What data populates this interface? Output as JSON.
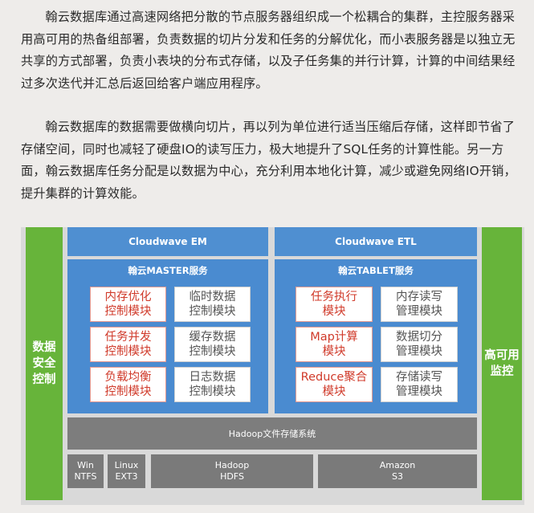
{
  "paragraphs": [
    "翰云数据库通过高速网络把分散的节点服务器组织成一个松耦合的集群，主控服务器采用高可用的热备组部署，负责数据的切片分发和任务的分解优化，而小表服务器是以独立无共享的方式部署，负责小表块的分布式存储，以及子任务集的并行计算，计算的中间结果经过多次迭代并汇总后返回给客户端应用程序。",
    "翰云数据库的数据需要做横向切片，再以列为单位进行适当压缩后存储，这样即节省了存储空间，同时也减轻了硬盘IO的读写压力，极大地提升了SQL任务的计算性能。另一方面，翰云数据库任务分配是以数据为中心，充分利用本地化计算，减少或避免网络IO开销，提升集群的计算效能。"
  ],
  "diagram": {
    "left_bar": "数据\n安全\n控制",
    "right_bar": "高可用\n监控",
    "em_header": "Cloudwave EM",
    "etl_header": "Cloudwave ETL",
    "master_title": "翰云MASTER服务",
    "tablet_title": "翰云TABLET服务",
    "master_modules": [
      {
        "label": "内存优化\n控制模块",
        "style": "red"
      },
      {
        "label": "临时数据\n控制模块",
        "style": "gray"
      },
      {
        "label": "任务并发\n控制模块",
        "style": "red"
      },
      {
        "label": "缓存数据\n控制模块",
        "style": "gray"
      },
      {
        "label": "负载均衡\n控制模块",
        "style": "red"
      },
      {
        "label": "日志数据\n控制模块",
        "style": "gray"
      }
    ],
    "tablet_modules": [
      {
        "label": "任务执行\n模块",
        "style": "red"
      },
      {
        "label": "内存读写\n管理模块",
        "style": "gray"
      },
      {
        "label": "Map计算\n模块",
        "style": "red"
      },
      {
        "label": "数据切分\n管理模块",
        "style": "gray"
      },
      {
        "label": "Reduce聚合\n模块",
        "style": "red"
      },
      {
        "label": "存储读写\n管理模块",
        "style": "gray"
      }
    ],
    "hadoop_fs": "Hadoop文件存储系统",
    "storage": [
      "Win\nNTFS",
      "Linux\nEXT3",
      "Hadoop\nHDFS",
      "Amazon\nS3"
    ],
    "colors": {
      "green": "#67b43a",
      "blue": "#4a8bd0",
      "gray": "#7d7d7d",
      "red_text": "#d03a2a"
    }
  }
}
